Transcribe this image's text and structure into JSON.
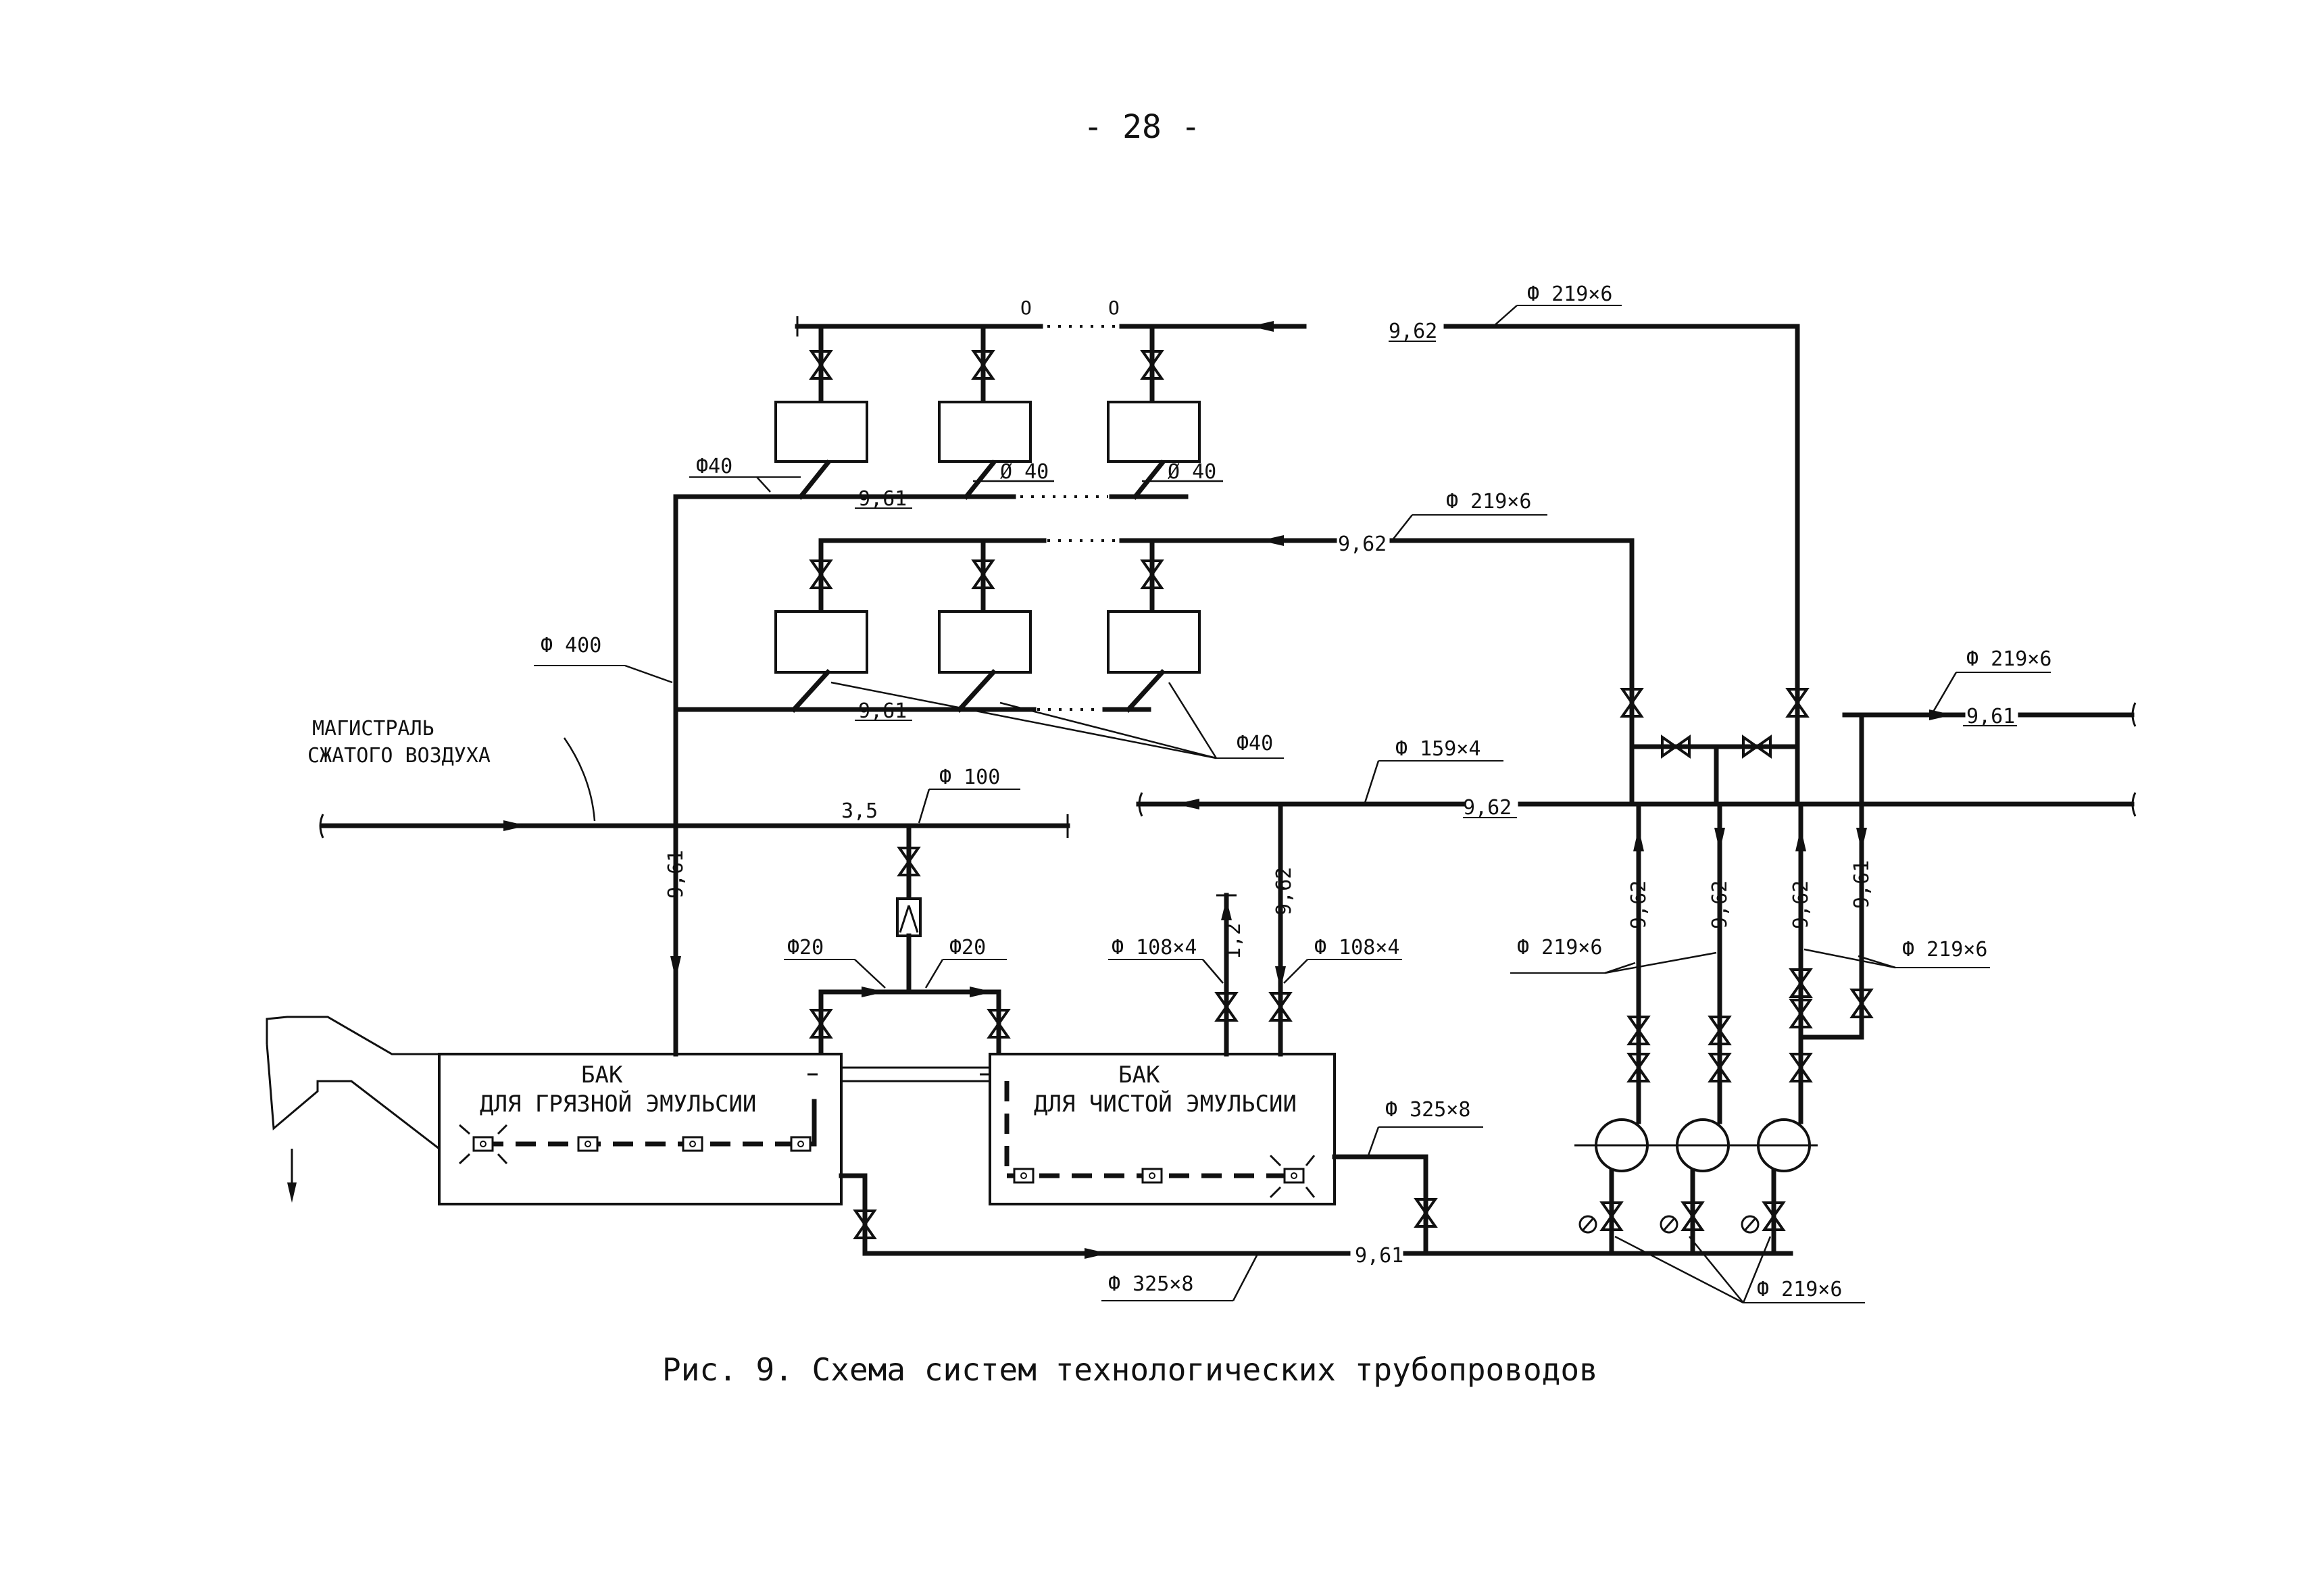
{
  "page_number": "- 28 -",
  "caption": "Рис. 9. Схема систем технологических трубопроводов",
  "labels": {
    "pipe_219x6": "Ф 219×6",
    "pipe_159x4": "Ф 159×4",
    "pipe_325x8": "Ф 325×8",
    "pipe_108x4": "Ф 108×4",
    "pipe_400": "Ф 400",
    "pipe_100": "Ф 100",
    "pipe_40": "Ф40",
    "pipe_20": "Ф20",
    "dia_40": "Ø 40",
    "elev_962": "9,62",
    "elev_961": "9,61",
    "elev_35": "3,5",
    "elev_12": "1,2",
    "marker_o": "О",
    "mainline": "МАГИСТРАЛЬ",
    "compressed_air": "СЖАТОГО ВОЗДУХА",
    "tank": "БАК",
    "dirty_emulsion": "ДЛЯ ГРЯЗНОЙ ЭМУЛЬСИИ",
    "clean_emulsion": "ДЛЯ ЧИСТОЙ ЭМУЛЬСИИ"
  }
}
